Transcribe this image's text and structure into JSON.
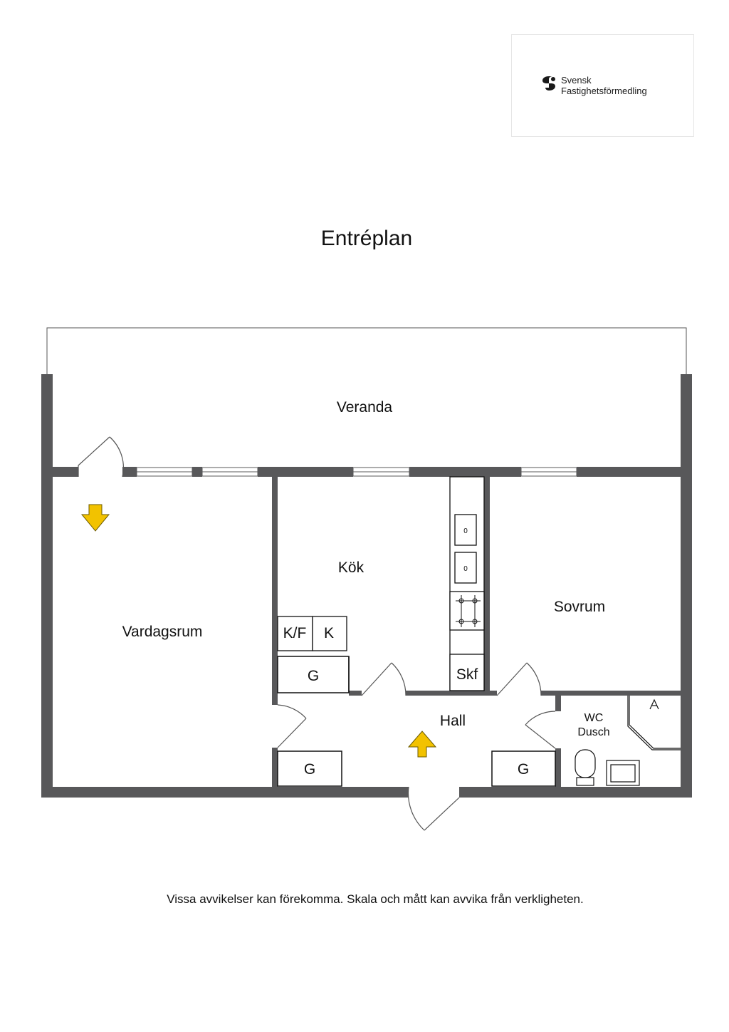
{
  "logo": {
    "line1": "Svensk",
    "line2": "Fastighetsförmedling"
  },
  "title": "Entréplan",
  "rooms": {
    "veranda": "Veranda",
    "vardagsrum": "Vardagsrum",
    "kok": "Kök",
    "sovrum": "Sovrum",
    "hall": "Hall",
    "wc_line1": "WC",
    "wc_line2": "Dusch"
  },
  "fixtures": {
    "fridge_freezer": "K/F",
    "fridge": "K",
    "closet": "G",
    "cabinet": "Skf",
    "oven": "0"
  },
  "colors": {
    "wall": "#58585a",
    "arrow": "#f2c200"
  },
  "footer": "Vissa avvikelser kan förekomma. Skala och mått kan avvika från verkligheten."
}
